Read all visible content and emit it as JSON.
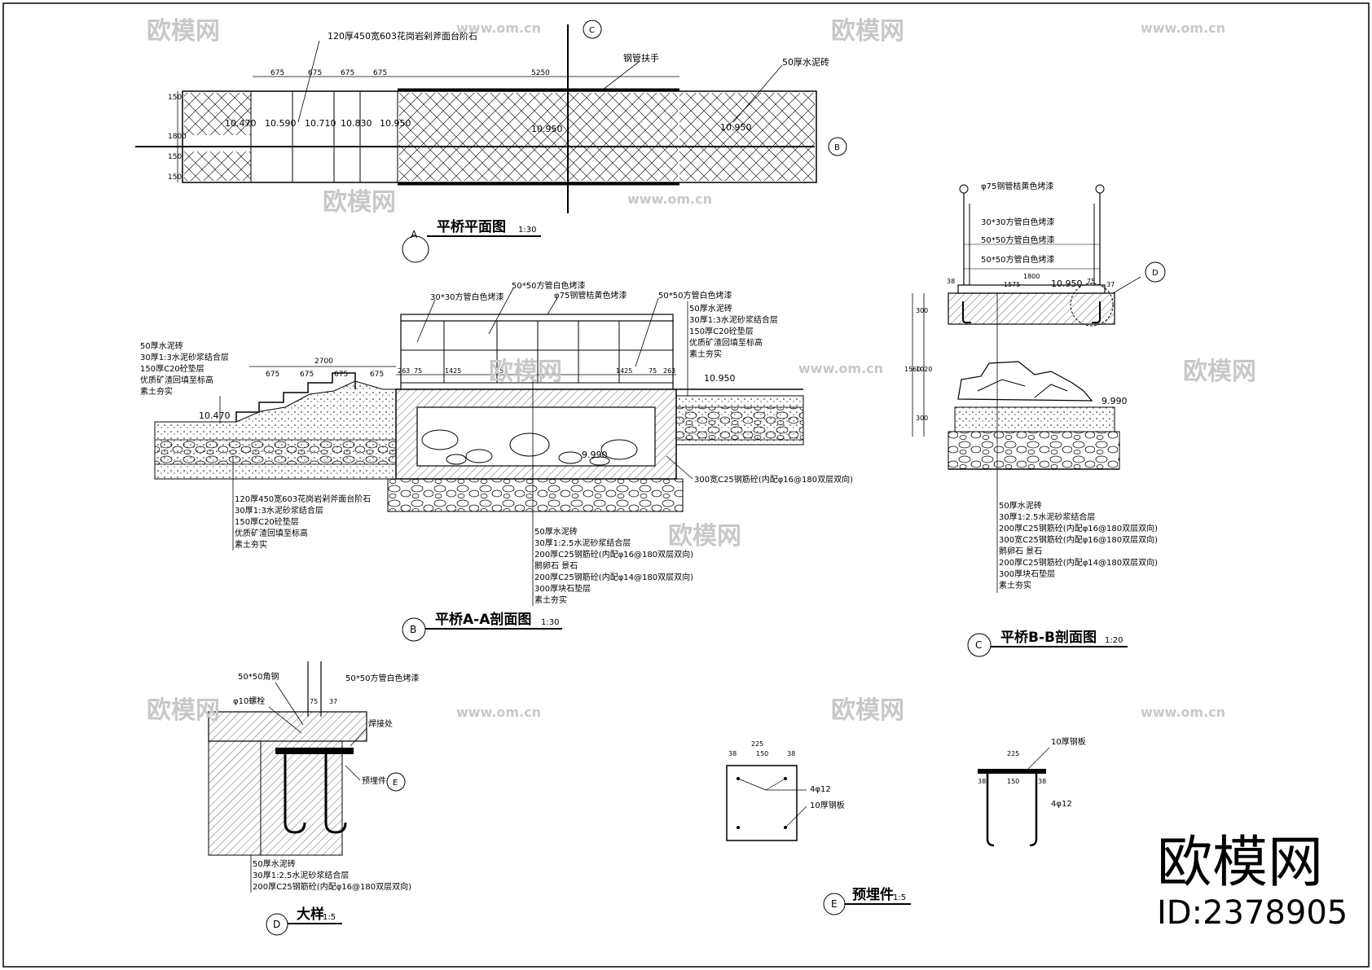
{
  "plan": {
    "callouts": [
      "120厚450宽603花岗岩剁斧面台阶石",
      "钢管扶手",
      "50厚水泥砖"
    ],
    "dims": [
      "675",
      "675",
      "675",
      "675",
      "5250",
      "150",
      "1800",
      "150",
      "150"
    ],
    "elevations": [
      "10.470",
      "10.590",
      "10.710",
      "10.830",
      "10.950",
      "10.950",
      "10.950"
    ],
    "title": "平桥平面图",
    "scale": "1:30",
    "mark": "A",
    "cut_c": "C",
    "cut_b": "B"
  },
  "section_aa": {
    "rail_labels": [
      "30*30方管白色烤漆",
      "50*50方管白色烤漆",
      "φ75钢管桔黄色烤漆",
      "50*50方管白色烤漆"
    ],
    "right_layers": [
      "50厚水泥砖",
      "30厚1:3水泥砂浆结合层",
      "150厚C20砼垫层",
      "优质矿渣回填至标高",
      "素土夯实"
    ],
    "left_layers": [
      "50厚水泥砖",
      "30厚1:3水泥砂浆结合层",
      "150厚C20砼垫层",
      "优质矿渣回填至标高",
      "素土夯实"
    ],
    "stair_layers": [
      "120厚450宽603花岗岩剁斧面台阶石",
      "30厚1:3水泥砂浆结合层",
      "150厚C20砼垫层",
      "优质矿渣回填至标高",
      "素土夯实"
    ],
    "bottom_layers": [
      "50厚水泥砖",
      "30厚1:2.5水泥砂浆结合层",
      "200厚C25钢筋砼(内配φ16@180双层双向)",
      "鹅卵石 景石",
      "200厚C25钢筋砼(内配φ14@180双层双向)",
      "300厚块石垫层",
      "素土夯实"
    ],
    "wall_note": "300宽C25钢筋砼(内配φ16@180双层双向)",
    "dims": [
      "2700",
      "675",
      "675",
      "675",
      "675",
      "263",
      "75",
      "1425",
      "75",
      "1425",
      "75",
      "263"
    ],
    "elevations": [
      "10.470",
      "10.950",
      "9.990"
    ],
    "title": "平桥A-A剖面图",
    "scale": "1:30",
    "mark": "B"
  },
  "section_bb": {
    "rail_labels": [
      "φ75钢管桔黄色烤漆",
      "30*30方管白色烤漆",
      "50*50方管白色烤漆",
      "50*50方管白色烤漆"
    ],
    "dims": [
      "38",
      "1800",
      "1575",
      "75",
      "37"
    ],
    "vdims": [
      "300",
      "1020",
      "300",
      "1560"
    ],
    "elevations": [
      "10.950",
      "9.990"
    ],
    "layers": [
      "50厚水泥砖",
      "30厚1:2.5水泥砂浆结合层",
      "200厚C25钢筋砼(内配φ16@180双层双向)",
      "300宽C25钢筋砼(内配φ16@180双层双向)",
      "鹅卵石 景石",
      "200厚C25钢筋砼(内配φ14@180双层双向)",
      "300厚块石垫层",
      "素土夯实"
    ],
    "detail_mark": "D",
    "title": "平桥B-B剖面图",
    "scale": "1:20",
    "mark": "C"
  },
  "detail_d": {
    "labels": [
      "50*50角钢",
      "φ10螺栓",
      "50*50方管白色烤漆",
      "焊接处",
      "预埋件"
    ],
    "dims": [
      "75",
      "37"
    ],
    "layers": [
      "50厚水泥砖",
      "30厚1:2.5水泥砂浆结合层",
      "200厚C25钢筋砼(内配φ16@180双层双向)"
    ],
    "ref_mark": "E",
    "title": "大样",
    "scale": "1:5",
    "mark": "D"
  },
  "embed_e": {
    "dims": [
      "225",
      "38",
      "150",
      "38"
    ],
    "labels": [
      "4φ12",
      "10厚钢板"
    ],
    "side_labels": [
      "10厚钢板",
      "4φ12"
    ],
    "side_dims": [
      "225",
      "38",
      "150",
      "38"
    ],
    "title": "预埋件",
    "scale": "1:5",
    "mark": "E"
  },
  "watermark": {
    "brand": "欧模网",
    "url": "www.om.cn",
    "id": "ID:2378905"
  }
}
